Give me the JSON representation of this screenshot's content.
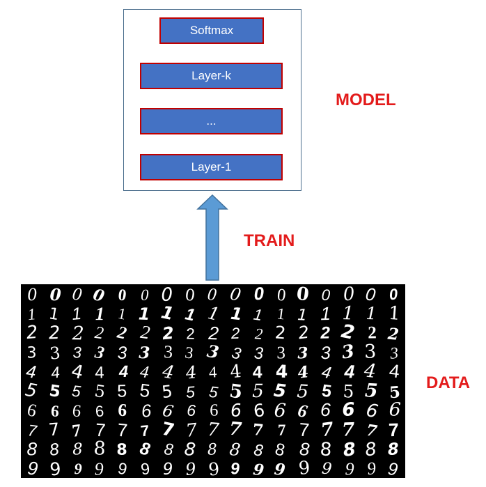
{
  "model": {
    "label": "MODEL",
    "layers": [
      {
        "name": "softmax",
        "label": "Softmax"
      },
      {
        "name": "layer-k",
        "label": "Layer-k"
      },
      {
        "name": "ellipsis",
        "label": "..."
      },
      {
        "name": "layer-1",
        "label": "Layer-1"
      }
    ]
  },
  "train": {
    "label": "TRAIN"
  },
  "data": {
    "label": "DATA",
    "digit_rows": [
      "0",
      "1",
      "2",
      "3",
      "4",
      "5",
      "6",
      "7",
      "8",
      "9"
    ],
    "samples_per_row": 17
  },
  "colors": {
    "layer_fill": "#4472c4",
    "layer_border": "#c00000",
    "label_red": "#e31b1b",
    "arrow_fill": "#5b9bd5",
    "arrow_stroke": "#41719c",
    "box_border": "#4a6d8c"
  }
}
